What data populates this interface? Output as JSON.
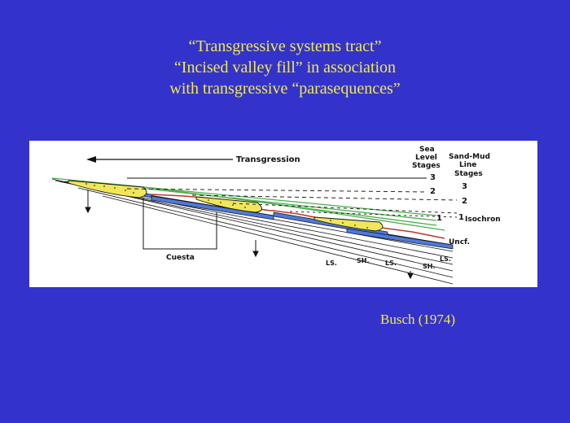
{
  "title_lines": [
    "“Transgressive systems tract”",
    "“Incised valley fill” in association",
    "with transgressive “parasequences”"
  ],
  "credit": "Busch (1974)",
  "diagram": {
    "transgression_label": "Transgression",
    "sea_level_header": [
      "Sea",
      "Level",
      "Stages"
    ],
    "sand_mud_header": [
      "Sand-Mud",
      "Line",
      "Stages"
    ],
    "sea_level_stages": [
      "3",
      "2",
      "1"
    ],
    "sand_mud_stages": [
      "3",
      "2",
      "1"
    ],
    "isochron_label": "Isochron",
    "unconformity_label": "Uncf.",
    "cuesta_label": "Cuesta",
    "lithology_labels": [
      "LS.",
      "SH.",
      "LS.",
      "SH.",
      "LS."
    ],
    "colors": {
      "panel": "#ffffff",
      "limestone_blue": "#4f79d9",
      "sand_yellow": "#f0e65a",
      "marine_green": "#4cae4c",
      "unconformity_red": "#c0392b",
      "line": "#111111"
    }
  }
}
